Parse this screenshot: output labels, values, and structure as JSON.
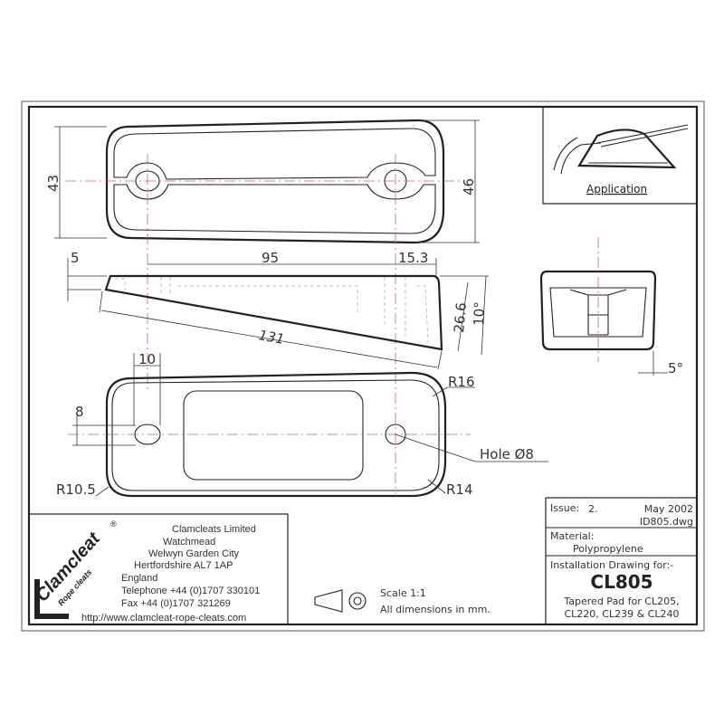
{
  "dimensions": {
    "width_top": "43",
    "width_top_outer": "46",
    "thickness_end": "5",
    "hole_spacing": "95",
    "end_offset": "15.3",
    "overall_length": "131",
    "height_end": "26.6",
    "taper_angle": "10°",
    "slot_width": "10",
    "slot_height": "8",
    "radius_top_right": "R16",
    "radius_bottom_right": "R14",
    "radius_left": "R10.5",
    "hole_label": "Hole Ø8",
    "side_angle": "5°"
  },
  "application": {
    "label": "Application"
  },
  "company": {
    "logo_text": "Clamcleat",
    "logo_subtext": "Rope cleats",
    "registered": "®",
    "lines": [
      "Clamcleats Limited",
      "Watchmead",
      "Welwyn Garden City",
      "Hertfordshire AL7 1AP",
      "England"
    ],
    "telephone": "Telephone +44 (0)1707 330101",
    "fax": "Fax +44 (0)1707 321269",
    "website": "http://www.clamcleat-rope-cleats.com"
  },
  "scale": {
    "scale_text": "Scale 1:1",
    "units_text": "All dimensions in mm."
  },
  "title_block": {
    "issue_label": "Issue:",
    "issue_value": "2.",
    "date": "May 2002",
    "file": "ID805.dwg",
    "material_label": "Material:",
    "material_value": "Polypropylene",
    "installation_label": "Installation Drawing for:-",
    "part_number": "CL805",
    "description_1": "Tapered Pad for CL205,",
    "description_2": "CL220, CL239 & CL240"
  }
}
